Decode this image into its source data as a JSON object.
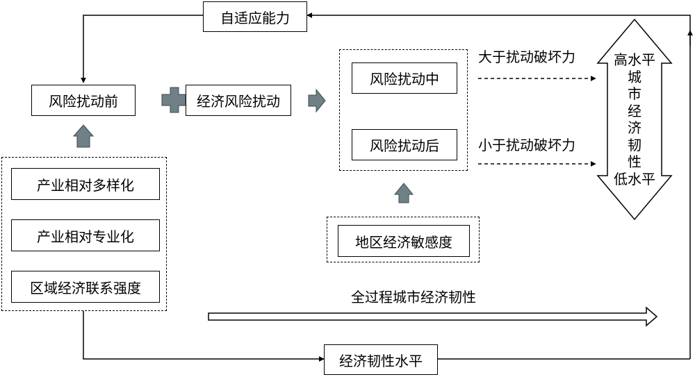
{
  "adaptive_capacity": "自适应能力",
  "before_disturbance": "风险扰动前",
  "economic_risk_disturbance": "经济风险扰动",
  "during_disturbance": "风险扰动中",
  "after_disturbance": "风险扰动后",
  "greater_than_damage": "大于扰动破坏力",
  "less_than_damage": "小于扰动破坏力",
  "resilience_scale": {
    "high": "高水平",
    "middle_chars": [
      "城",
      "市",
      "经",
      "济",
      "韧",
      "性"
    ],
    "low": "低水平"
  },
  "factors": [
    "产业相对多样化",
    "产业相对专业化",
    "区域经济联系强度"
  ],
  "regional_sensitivity": "地区经济敏感度",
  "full_process_resilience": "全过程城市经济韧性",
  "resilience_level": "经济韧性水平",
  "colors": {
    "block_arrow_fill": "#6f8087",
    "line": "#000000"
  }
}
